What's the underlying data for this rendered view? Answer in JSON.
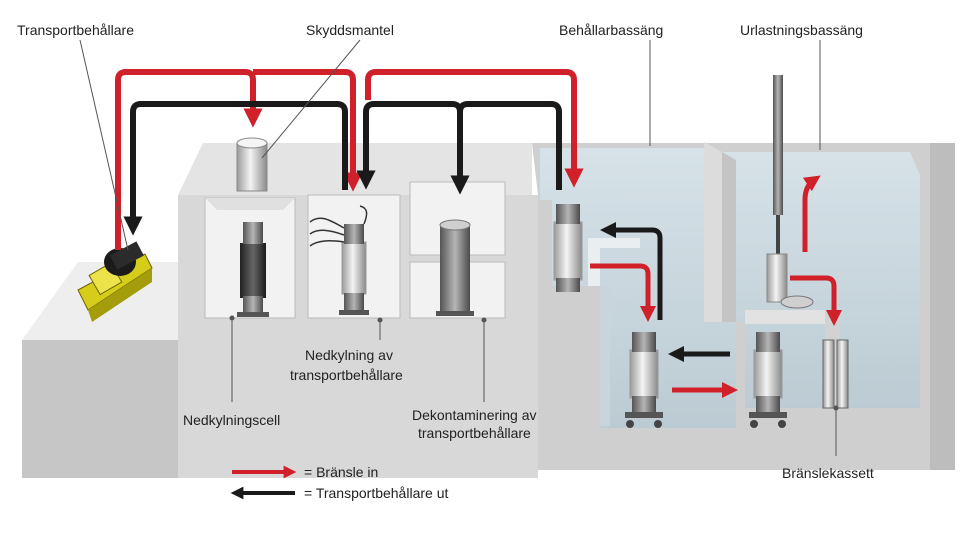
{
  "labels": {
    "transport_container": "Transportbehållare",
    "shield": "Skyddsmantel",
    "container_pool": "Behållarbassäng",
    "unloading_pool": "Urlastningsbassäng",
    "cooling_cell": "Nedkylningscell",
    "cooling_line1": "Nedkylning av",
    "cooling_line2": "transportbehållare",
    "decon_line1": "Dekontaminering av",
    "decon_line2": "transportbehållare",
    "fuel_cassette": "Bränslekassett"
  },
  "legend": {
    "fuel_in": "= Bränsle in",
    "container_out": "= Transportbehållare ut"
  },
  "colors": {
    "fuel_in": "#d0202a",
    "container_out": "#1a1a1a",
    "concrete": "#d9d9d9",
    "water": "#c9d7df",
    "truck": "#e6dc28"
  }
}
